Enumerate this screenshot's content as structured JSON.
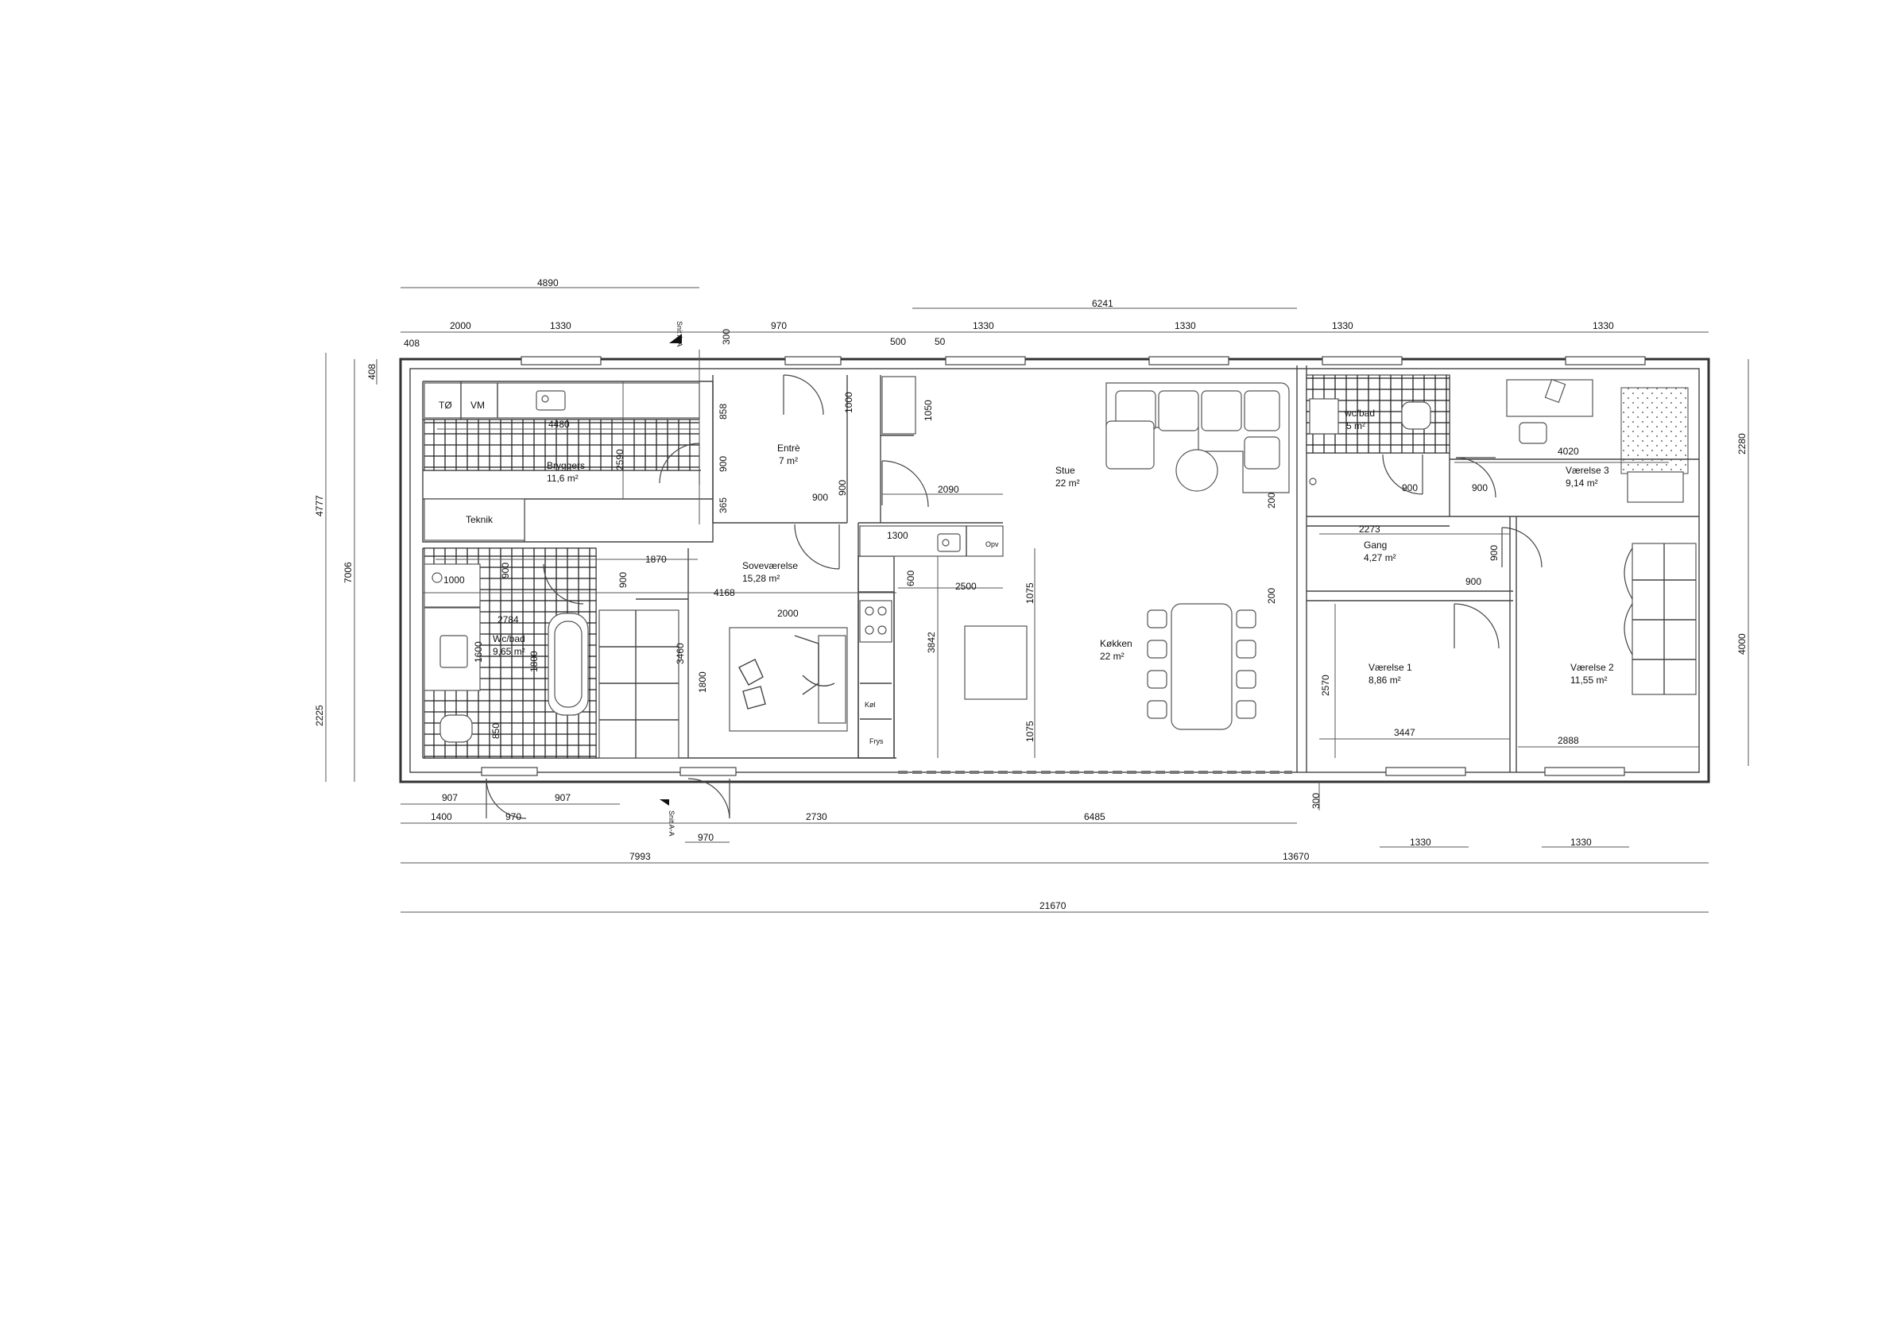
{
  "rooms": {
    "bryggers": {
      "name": "Bryggers",
      "area": "11,6 m²"
    },
    "teknik": {
      "name": "Teknik"
    },
    "to": {
      "name": "TØ"
    },
    "vm": {
      "name": "VM"
    },
    "entre": {
      "name": "Entrè",
      "area": "7 m²"
    },
    "stue": {
      "name": "Stue",
      "area": "22 m²"
    },
    "wcbad_small": {
      "name": "wc/bad",
      "area": "5 m²"
    },
    "vaerelse3": {
      "name": "Værelse 3",
      "area": "9,14 m²"
    },
    "sovevaerelse": {
      "name": "Soveværelse",
      "area": "15,28 m²"
    },
    "gang": {
      "name": "Gang",
      "area": "4,27 m²"
    },
    "wcbad": {
      "name": "Wc/bad",
      "area": "9,65 m²"
    },
    "kokken": {
      "name": "Køkken",
      "area": "22 m²"
    },
    "vaerelse1": {
      "name": "Værelse 1",
      "area": "8,86 m²"
    },
    "vaerelse2": {
      "name": "Værelse 2",
      "area": "11,55 m²"
    },
    "opv": {
      "name": "Opv"
    },
    "kol": {
      "name": "Køl"
    },
    "frys": {
      "name": "Frys"
    }
  },
  "section_marks": {
    "top": "Snit A-A",
    "bottom": "Snit A-A"
  },
  "dimensions": {
    "top_4890": "4890",
    "top_6241": "6241",
    "top_408": "408",
    "top_2000": "2000",
    "top_1330a": "1330",
    "top_300": "300",
    "top_970": "970",
    "top_500": "500",
    "top_50": "50",
    "top_1330b": "1330",
    "top_1330c": "1330",
    "top_1330d": "1330",
    "top_1330e": "1330",
    "left_4777": "4777",
    "left_7006": "7006",
    "left_2225": "2225",
    "left_408": "408",
    "right_2280": "2280",
    "right_4000": "4000",
    "bottom_907a": "907",
    "bottom_907b": "907",
    "bottom_1400": "1400",
    "bottom_970a": "970",
    "bottom_970b": "970",
    "bottom_2730": "2730",
    "bottom_6485": "6485",
    "bottom_300": "300",
    "bottom_1330a": "1330",
    "bottom_1330b": "1330",
    "bottom_7993": "7993",
    "bottom_13670": "13670",
    "bottom_21670": "21670",
    "i_4480": "4480",
    "i_2590": "2590",
    "i_858": "858",
    "i_900_entre": "900",
    "i_365": "365",
    "i_1000": "1000",
    "i_900_entre2": "900",
    "i_900_entre3": "900",
    "i_1050": "1050",
    "i_2090": "2090",
    "i_1870": "1870",
    "i_900_bath": "900",
    "i_1000_bath": "1000",
    "i_900_brg": "900",
    "i_2784": "2784",
    "i_4168": "4168",
    "i_1600": "1600",
    "i_1800_bath": "1800",
    "i_850": "850",
    "i_2000_bed": "2000",
    "i_3460": "3460",
    "i_1800_bed": "1800",
    "i_1300": "1300",
    "i_600": "600",
    "i_2500": "2500",
    "i_3842": "3842",
    "i_1075a": "1075",
    "i_1075b": "1075",
    "i_200a": "200",
    "i_200b": "200",
    "i_900_wc": "900",
    "i_900_v3": "900",
    "i_4020": "4020",
    "i_2273": "2273",
    "i_900_gang": "900",
    "i_900_gang2": "900",
    "i_2570": "2570",
    "i_3447": "3447",
    "i_2888": "2888"
  }
}
